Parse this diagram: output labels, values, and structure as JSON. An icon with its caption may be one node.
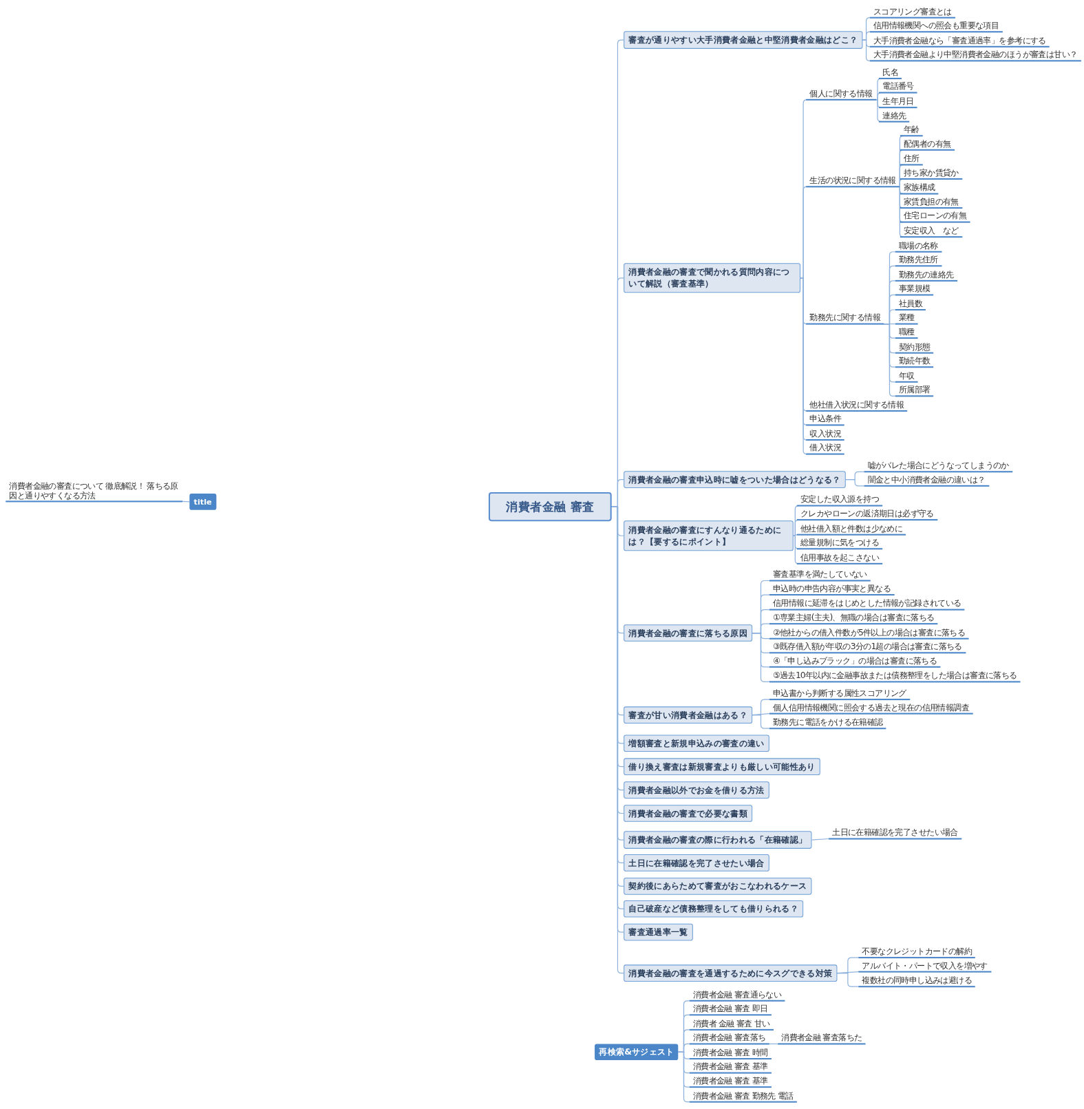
{
  "diagram": {
    "nodes": [
      {
        "text": [
          "消費者金融 審査"
        ]
      },
      {
        "text": [
          "title"
        ]
      },
      {
        "text": [
          "消費者金融の審査について 徹底解説！ 落ちる原因と通りやすくなる方法"
        ]
      },
      {
        "text": [
          "審査が通りやすい大手消費者金融と中堅消費者金融はどこ？"
        ]
      },
      {
        "text": [
          "スコアリング審査とは"
        ]
      },
      {
        "text": [
          "信用情報機関への照会も重要な項目"
        ]
      },
      {
        "text": [
          "大手消費者金融なら「審査通過率」を参考にする"
        ]
      },
      {
        "text": [
          "大手消費者金融より中堅消費者金融のほうが審査は甘い？"
        ]
      },
      {
        "text": [
          "消費者金融の審査で聞かれる質問内容について解説（審査基準）"
        ]
      },
      {
        "text": [
          "個人に関する情報"
        ]
      },
      {
        "text": [
          "氏名"
        ]
      },
      {
        "text": [
          "電話番号"
        ]
      },
      {
        "text": [
          "生年月日"
        ]
      },
      {
        "text": [
          "連絡先"
        ]
      },
      {
        "text": [
          "生活の状況に関する情報"
        ]
      },
      {
        "text": [
          "年齢"
        ]
      },
      {
        "text": [
          "配偶者の有無"
        ]
      },
      {
        "text": [
          "住所"
        ]
      },
      {
        "text": [
          "持ち家か賃貸か"
        ]
      },
      {
        "text": [
          "家族構成"
        ]
      },
      {
        "text": [
          "家賃負担の有無"
        ]
      },
      {
        "text": [
          "住宅ローンの有無"
        ]
      },
      {
        "text": [
          "安定収入　など"
        ]
      },
      {
        "text": [
          "勤務先に関する情報"
        ]
      },
      {
        "text": [
          "職場の名称"
        ]
      },
      {
        "text": [
          "勤務先住所"
        ]
      },
      {
        "text": [
          "勤務先の連絡先"
        ]
      },
      {
        "text": [
          "事業規模"
        ]
      },
      {
        "text": [
          "社員数"
        ]
      },
      {
        "text": [
          "業種"
        ]
      },
      {
        "text": [
          "職種"
        ]
      },
      {
        "text": [
          "契約形態"
        ]
      },
      {
        "text": [
          "勤続年数"
        ]
      },
      {
        "text": [
          "年収"
        ]
      },
      {
        "text": [
          "所属部署"
        ]
      },
      {
        "text": [
          "他社借入状況に関する情報"
        ]
      },
      {
        "text": [
          "申込条件"
        ]
      },
      {
        "text": [
          "収入状況"
        ]
      },
      {
        "text": [
          "借入状況"
        ]
      },
      {
        "text": [
          "消費者金融の審査申込時に嘘をついた場合はどうなる？"
        ]
      },
      {
        "text": [
          "嘘がバレた場合にどうなってしまうのか"
        ]
      },
      {
        "text": [
          "闇金と中小消費者金融の違いは？"
        ]
      },
      {
        "text": [
          "消費者金融の審査にすんなり通るためには？【要するにポイント】"
        ]
      },
      {
        "text": [
          "安定した収入源を持つ"
        ]
      },
      {
        "text": [
          "クレカやローンの返済期日は必ず守る"
        ]
      },
      {
        "text": [
          "他社借入額と件数は少なめに"
        ]
      },
      {
        "text": [
          "総量規制に気をつける"
        ]
      },
      {
        "text": [
          "信用事故を起こさない"
        ]
      },
      {
        "text": [
          "消費者金融の審査に落ちる原因"
        ]
      },
      {
        "text": [
          "審査基準を満たしていない"
        ]
      },
      {
        "text": [
          "申込時の申告内容が事実と異なる"
        ]
      },
      {
        "text": [
          "信用情報に延滞をはじめとした情報が記録されている"
        ]
      },
      {
        "text": [
          "①専業主婦(主夫)、無職の場合は審査に落ちる"
        ]
      },
      {
        "text": [
          "②他社からの借入件数が5件以上の場合は審査に落ちる"
        ]
      },
      {
        "text": [
          "③既存借入額が年収の3分の1超の場合は審査に落ちる"
        ]
      },
      {
        "text": [
          "④「申し込みブラック」の場合は審査に落ちる"
        ]
      },
      {
        "text": [
          "⑤過去10年以内に金融事故または債務整理をした場合は審査に落ちる"
        ]
      },
      {
        "text": [
          "審査が甘い消費者金融はある？"
        ]
      },
      {
        "text": [
          "申込書から判断する属性スコアリング"
        ]
      },
      {
        "text": [
          "個人信用情報機関に照会する過去と現在の信用情報調査"
        ]
      },
      {
        "text": [
          "勤務先に電話をかける在籍確認"
        ]
      },
      {
        "text": [
          "増額審査と新規申込みの審査の違い"
        ]
      },
      {
        "text": [
          "借り換え審査は新規審査よりも厳しい可能性あり"
        ]
      },
      {
        "text": [
          "消費者金融以外でお金を借りる方法"
        ]
      },
      {
        "text": [
          "消費者金融の審査で必要な書類"
        ]
      },
      {
        "text": [
          "消費者金融の審査の際に行われる「在籍確認」"
        ]
      },
      {
        "text": [
          "土日に在籍確認を完了させたい場合"
        ]
      },
      {
        "text": [
          "土日に在籍確認を完了させたい場合"
        ]
      },
      {
        "text": [
          "契約後にあらためて審査がおこなわれるケース"
        ]
      },
      {
        "text": [
          "自己破産など債務整理をしても借りられる？"
        ]
      },
      {
        "text": [
          "審査通過率一覧"
        ]
      },
      {
        "text": [
          "消費者金融の審査を通過するために今スグできる対策"
        ]
      },
      {
        "text": [
          "不要なクレジットカードの解約"
        ]
      },
      {
        "text": [
          "アルバイト・パートで収入を増やす"
        ]
      },
      {
        "text": [
          "複数社の同時申し込みは避ける"
        ]
      },
      {
        "text": [
          "再検索&サジェスト"
        ]
      },
      {
        "text": [
          "消費者金融 審査通らない"
        ]
      },
      {
        "text": [
          "消費者金融 審査 即日"
        ]
      },
      {
        "text": [
          "消費者 金融 審査 甘い"
        ]
      },
      {
        "text": [
          "消費者金融 審査落ち"
        ]
      },
      {
        "text": [
          "消費者金融 審査 時間"
        ]
      },
      {
        "text": [
          "消費者金融 審査 基準"
        ]
      },
      {
        "text": [
          "消費者金融 審査 基準"
        ]
      },
      {
        "text": [
          "消費者金融 審査 勤務先 電話"
        ]
      },
      {
        "text": [
          "消費者金融 審査落ちた"
        ]
      }
    ],
    "edges": [
      {
        "from": 1,
        "to": 2,
        "arrow": "none"
      },
      {
        "from": 0,
        "to": 3,
        "arrow": "none"
      },
      {
        "from": 3,
        "to": 4,
        "arrow": "none"
      },
      {
        "from": 3,
        "to": 5,
        "arrow": "none"
      },
      {
        "from": 3,
        "to": 6,
        "arrow": "none"
      },
      {
        "from": 3,
        "to": 7,
        "arrow": "none"
      },
      {
        "from": 0,
        "to": 8,
        "arrow": "none"
      },
      {
        "from": 8,
        "to": 9,
        "arrow": "none"
      },
      {
        "from": 9,
        "to": 10,
        "arrow": "none"
      },
      {
        "from": 9,
        "to": 11,
        "arrow": "none"
      },
      {
        "from": 9,
        "to": 12,
        "arrow": "none"
      },
      {
        "from": 9,
        "to": 13,
        "arrow": "none"
      },
      {
        "from": 8,
        "to": 14,
        "arrow": "none"
      },
      {
        "from": 14,
        "to": 15,
        "arrow": "none"
      },
      {
        "from": 14,
        "to": 16,
        "arrow": "none"
      },
      {
        "from": 14,
        "to": 17,
        "arrow": "none"
      },
      {
        "from": 14,
        "to": 18,
        "arrow": "none"
      },
      {
        "from": 14,
        "to": 19,
        "arrow": "none"
      },
      {
        "from": 14,
        "to": 20,
        "arrow": "none"
      },
      {
        "from": 14,
        "to": 21,
        "arrow": "none"
      },
      {
        "from": 14,
        "to": 22,
        "arrow": "none"
      },
      {
        "from": 8,
        "to": 23,
        "arrow": "none"
      },
      {
        "from": 23,
        "to": 24,
        "arrow": "none"
      },
      {
        "from": 23,
        "to": 25,
        "arrow": "none"
      },
      {
        "from": 23,
        "to": 26,
        "arrow": "none"
      },
      {
        "from": 23,
        "to": 27,
        "arrow": "none"
      },
      {
        "from": 23,
        "to": 28,
        "arrow": "none"
      },
      {
        "from": 23,
        "to": 29,
        "arrow": "none"
      },
      {
        "from": 23,
        "to": 30,
        "arrow": "none"
      },
      {
        "from": 23,
        "to": 31,
        "arrow": "none"
      },
      {
        "from": 23,
        "to": 32,
        "arrow": "none"
      },
      {
        "from": 23,
        "to": 33,
        "arrow": "none"
      },
      {
        "from": 23,
        "to": 34,
        "arrow": "none"
      },
      {
        "from": 8,
        "to": 35,
        "arrow": "none"
      },
      {
        "from": 8,
        "to": 36,
        "arrow": "none"
      },
      {
        "from": 8,
        "to": 37,
        "arrow": "none"
      },
      {
        "from": 8,
        "to": 38,
        "arrow": "none"
      },
      {
        "from": 0,
        "to": 39,
        "arrow": "none"
      },
      {
        "from": 39,
        "to": 40,
        "arrow": "none"
      },
      {
        "from": 39,
        "to": 41,
        "arrow": "none"
      },
      {
        "from": 0,
        "to": 42,
        "arrow": "none"
      },
      {
        "from": 42,
        "to": 43,
        "arrow": "none"
      },
      {
        "from": 42,
        "to": 44,
        "arrow": "none"
      },
      {
        "from": 42,
        "to": 45,
        "arrow": "none"
      },
      {
        "from": 42,
        "to": 46,
        "arrow": "none"
      },
      {
        "from": 42,
        "to": 47,
        "arrow": "none"
      },
      {
        "from": 0,
        "to": 48,
        "arrow": "none"
      },
      {
        "from": 48,
        "to": 49,
        "arrow": "none"
      },
      {
        "from": 48,
        "to": 50,
        "arrow": "none"
      },
      {
        "from": 48,
        "to": 51,
        "arrow": "none"
      },
      {
        "from": 48,
        "to": 52,
        "arrow": "none"
      },
      {
        "from": 48,
        "to": 53,
        "arrow": "none"
      },
      {
        "from": 48,
        "to": 54,
        "arrow": "none"
      },
      {
        "from": 48,
        "to": 55,
        "arrow": "none"
      },
      {
        "from": 48,
        "to": 56,
        "arrow": "none"
      },
      {
        "from": 0,
        "to": 57,
        "arrow": "none"
      },
      {
        "from": 57,
        "to": 58,
        "arrow": "none"
      },
      {
        "from": 57,
        "to": 59,
        "arrow": "none"
      },
      {
        "from": 57,
        "to": 60,
        "arrow": "none"
      },
      {
        "from": 0,
        "to": 61,
        "arrow": "none"
      },
      {
        "from": 0,
        "to": 62,
        "arrow": "none"
      },
      {
        "from": 0,
        "to": 63,
        "arrow": "none"
      },
      {
        "from": 0,
        "to": 64,
        "arrow": "none"
      },
      {
        "from": 0,
        "to": 65,
        "arrow": "none"
      },
      {
        "from": 65,
        "to": 66,
        "arrow": "none"
      },
      {
        "from": 0,
        "to": 67,
        "arrow": "none"
      },
      {
        "from": 0,
        "to": 68,
        "arrow": "none"
      },
      {
        "from": 0,
        "to": 69,
        "arrow": "none"
      },
      {
        "from": 0,
        "to": 70,
        "arrow": "none"
      },
      {
        "from": 0,
        "to": 71,
        "arrow": "none"
      },
      {
        "from": 71,
        "to": 72,
        "arrow": "none"
      },
      {
        "from": 71,
        "to": 73,
        "arrow": "none"
      },
      {
        "from": 71,
        "to": 74,
        "arrow": "none"
      },
      {
        "from": 75,
        "to": 76,
        "arrow": "none"
      },
      {
        "from": 75,
        "to": 77,
        "arrow": "none"
      },
      {
        "from": 75,
        "to": 78,
        "arrow": "none"
      },
      {
        "from": 75,
        "to": 79,
        "arrow": "none"
      },
      {
        "from": 79,
        "to": 84,
        "arrow": "none"
      },
      {
        "from": 75,
        "to": 80,
        "arrow": "none"
      },
      {
        "from": 75,
        "to": 81,
        "arrow": "none"
      },
      {
        "from": 75,
        "to": 82,
        "arrow": "none"
      },
      {
        "from": 75,
        "to": 83,
        "arrow": "none"
      }
    ]
  }
}
